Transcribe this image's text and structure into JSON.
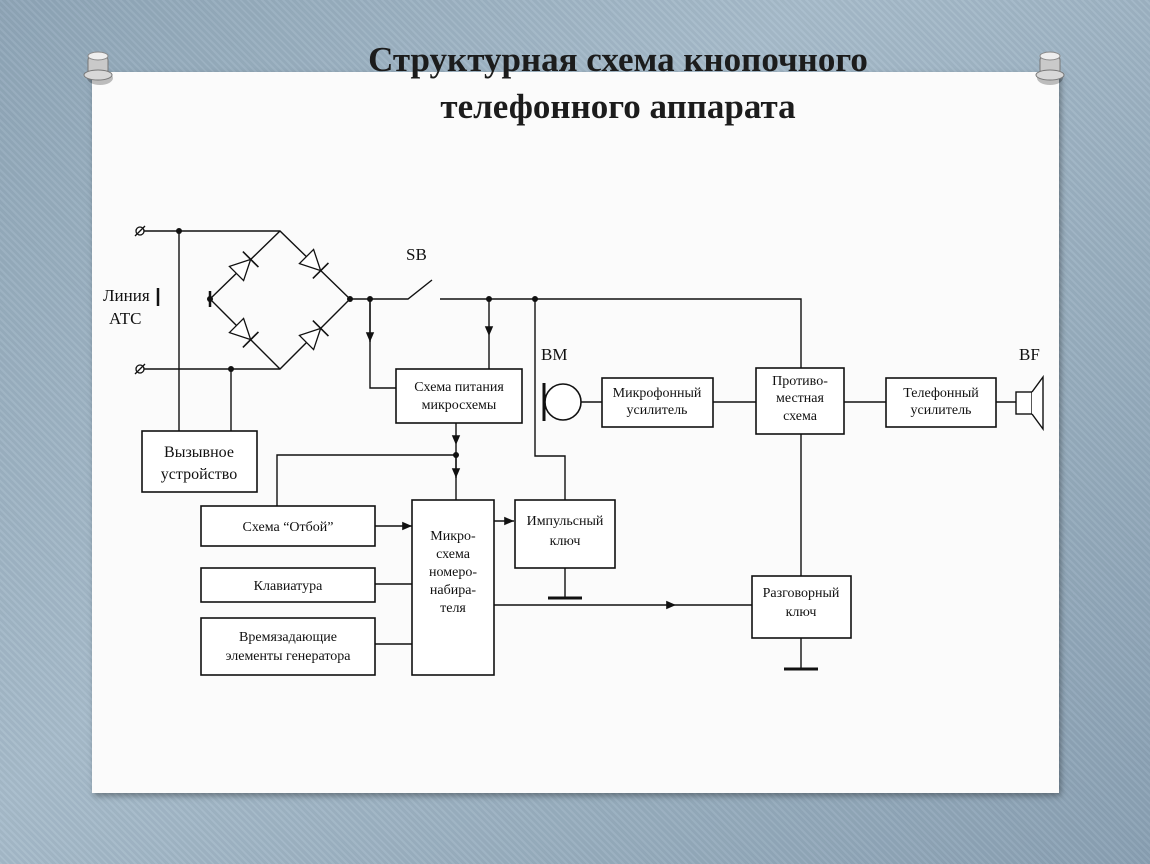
{
  "title": {
    "line1": "Структурная схема кнопочного",
    "line2": "телефонного аппарата"
  },
  "diagram": {
    "line_label": [
      "Линия",
      "АТС"
    ],
    "switch_label": "SB",
    "mic_label": "BM",
    "speaker_label": "BF",
    "blocks": {
      "power": [
        "Схема питания",
        "микросхемы"
      ],
      "ringer": [
        "Вызывное",
        "устройство"
      ],
      "hangup": [
        "Схема “Отбой”"
      ],
      "keypad": [
        "Клавиатура"
      ],
      "timing": [
        "Времязадающие",
        "элементы генератора"
      ],
      "dialer": [
        "Микро-",
        "схема",
        "номеро-",
        "набира-",
        "теля"
      ],
      "pulse_key": [
        "Импульсный",
        "ключ"
      ],
      "mic_amp": [
        "Микрофонный",
        "усилитель"
      ],
      "anti_sidetone": [
        "Противо-",
        "местная",
        "схема"
      ],
      "phone_amp": [
        "Телефонный",
        "усилитель"
      ],
      "speech_key": [
        "Разговорный",
        "ключ"
      ]
    }
  }
}
